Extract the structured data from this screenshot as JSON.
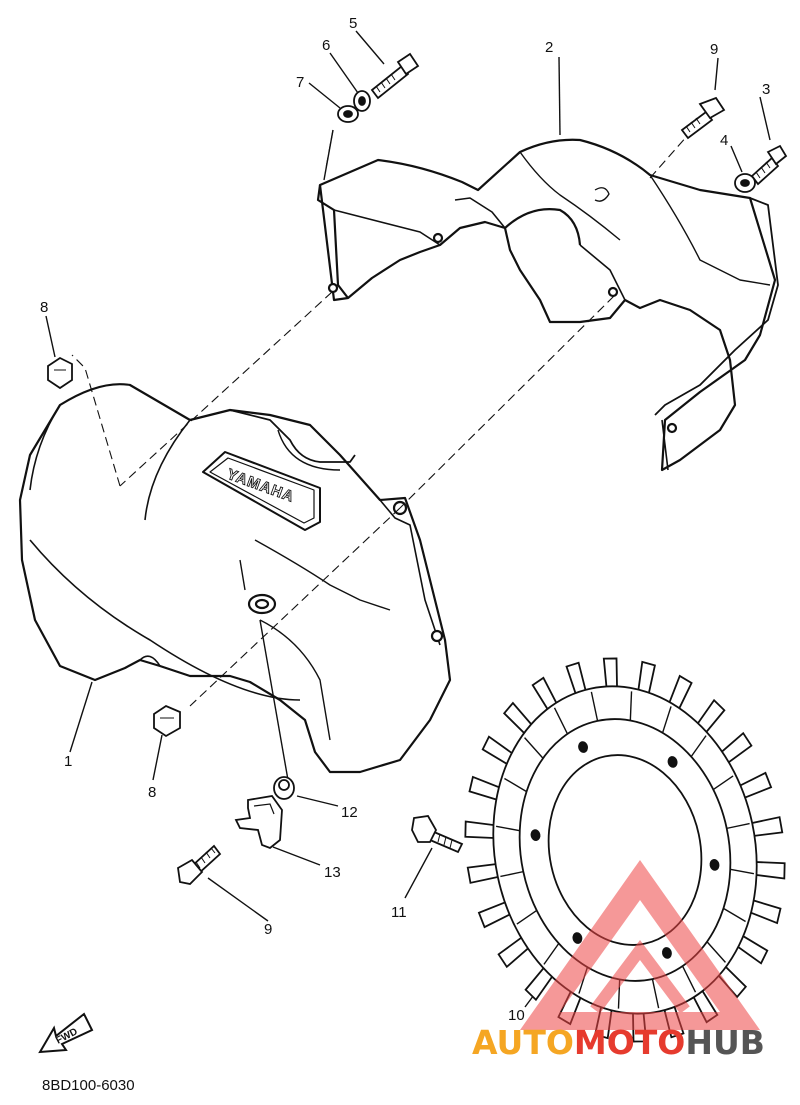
{
  "diagram": {
    "callouts": [
      {
        "id": "c1",
        "label": "1"
      },
      {
        "id": "c2",
        "label": "2"
      },
      {
        "id": "c3",
        "label": "3"
      },
      {
        "id": "c4",
        "label": "4"
      },
      {
        "id": "c5",
        "label": "5"
      },
      {
        "id": "c6",
        "label": "6"
      },
      {
        "id": "c7",
        "label": "7"
      },
      {
        "id": "c8a",
        "label": "8"
      },
      {
        "id": "c8b",
        "label": "8"
      },
      {
        "id": "c9a",
        "label": "9"
      },
      {
        "id": "c9b",
        "label": "9"
      },
      {
        "id": "c10",
        "label": "10"
      },
      {
        "id": "c11",
        "label": "11"
      },
      {
        "id": "c12",
        "label": "12"
      },
      {
        "id": "c13",
        "label": "13"
      }
    ],
    "cover_logo_text": "YAMAHA",
    "fwd_text": "FWD",
    "diagram_code": "8BD100-6030"
  },
  "watermark": {
    "part1": "AUTO",
    "part2": "MOTO",
    "part3": "HUB",
    "colors": {
      "auto": "#f5a623",
      "moto": "#e63b2e",
      "hub": "#555555",
      "triangle": "#ee4444"
    }
  }
}
